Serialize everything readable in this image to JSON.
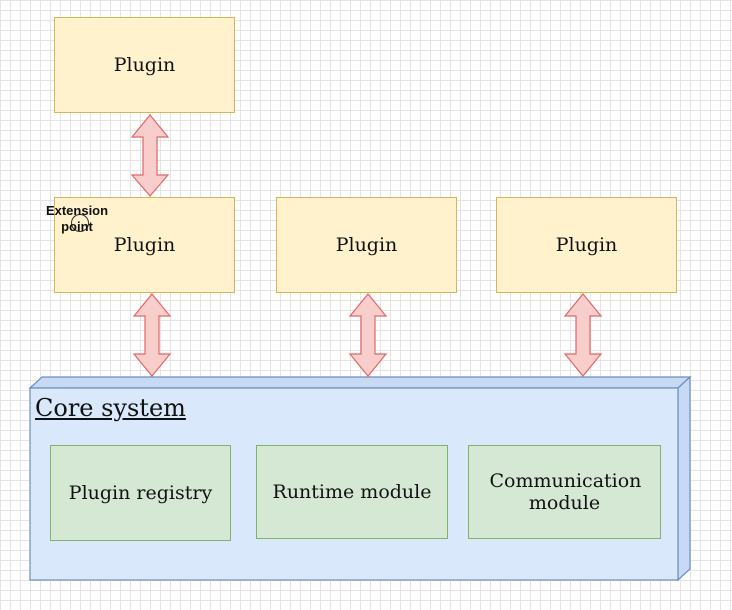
{
  "diagram": {
    "plugins": {
      "top": "Plugin",
      "left": "Plugin",
      "middle": "Plugin",
      "right": "Plugin"
    },
    "extension_point": "Extension point",
    "core": {
      "title": "Core system",
      "modules": {
        "registry": "Plugin registry",
        "runtime": "Runtime module",
        "communication": "Communication module"
      }
    }
  },
  "colors": {
    "plugin_fill": "#fff2cc",
    "plugin_stroke": "#d6b656",
    "module_fill": "#d5e8d4",
    "module_stroke": "#82b366",
    "core_fill": "#dae8fc",
    "core_stroke": "#6c8ebf",
    "arrow_fill": "#f8cecc",
    "arrow_stroke": "#e06666"
  }
}
